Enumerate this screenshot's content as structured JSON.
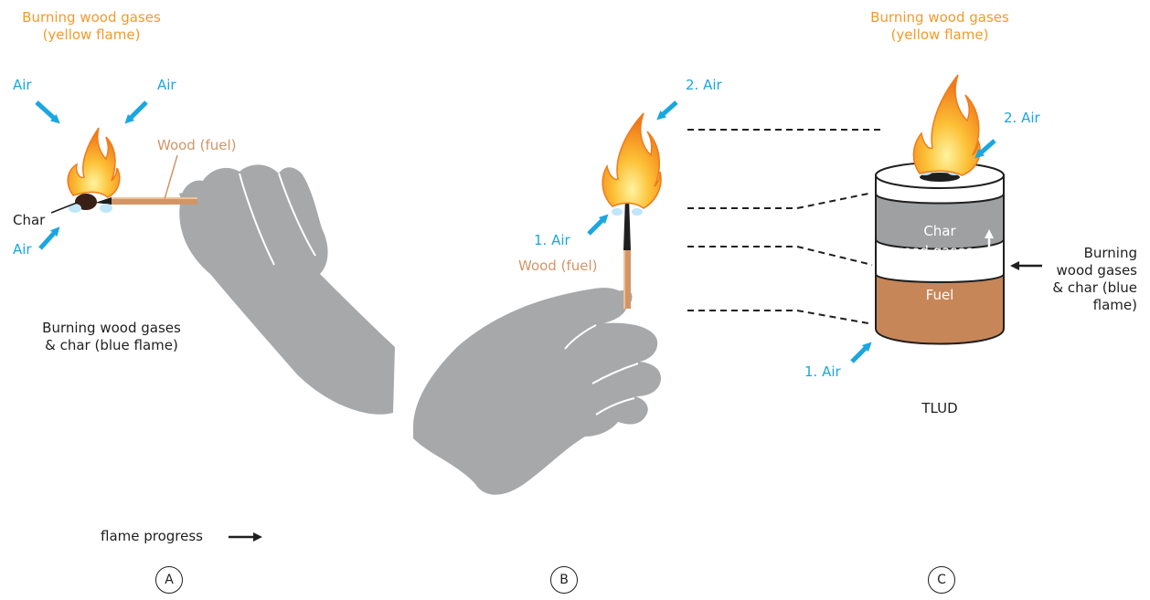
{
  "colors": {
    "flame_orange": "#f39a2a",
    "air_blue": "#1aa6e0",
    "wood_tan": "#d49566",
    "hand_gray": "#a7a8aa",
    "cylinder_gray": "#9fa0a2",
    "fuel_brown": "#c78658",
    "char_dark": "#3a1f16",
    "text_dark": "#1f1f1f"
  },
  "panel_a": {
    "flame_label_line1": "Burning wood gases",
    "flame_label_line2": "(yellow flame)",
    "air_top_left": "Air",
    "air_top_right": "Air",
    "air_bottom": "Air",
    "char_label": "Char",
    "wood_label": "Wood (fuel)",
    "blue_flame_line1": "Burning wood gases",
    "blue_flame_line2": "& char (blue flame)",
    "progress_label": "flame progress",
    "marker": "A"
  },
  "panel_b": {
    "air_2": "2. Air",
    "air_1": "1. Air",
    "wood_label": "Wood (fuel)",
    "marker": "B"
  },
  "panel_c": {
    "flame_label_line1": "Burning wood gases",
    "flame_label_line2": "(yellow flame)",
    "air_2": "2. Air",
    "air_1": "1. Air",
    "char_label": "Char",
    "wood_gases_label": "wood gases",
    "fuel_label": "Fuel",
    "side_line1": "Burning",
    "side_line2": "wood gases",
    "side_line3": "& char (blue",
    "side_line4": "flame)",
    "device_label": "TLUD",
    "marker": "C"
  }
}
